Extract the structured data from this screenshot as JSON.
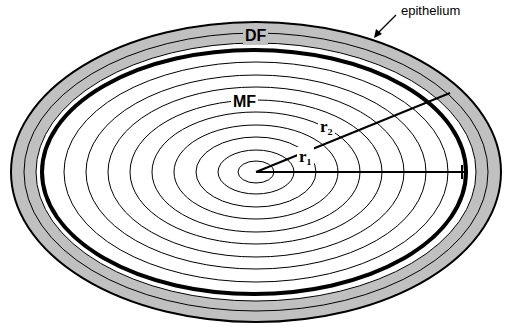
{
  "diagram": {
    "nodes": [
      {
        "text": [
          "DF"
        ]
      },
      {
        "text": [
          "MF"
        ],
        "in": 0
      }
    ],
    "labels": [
      "epithelium",
      "r₂",
      "r₁"
    ]
  }
}
